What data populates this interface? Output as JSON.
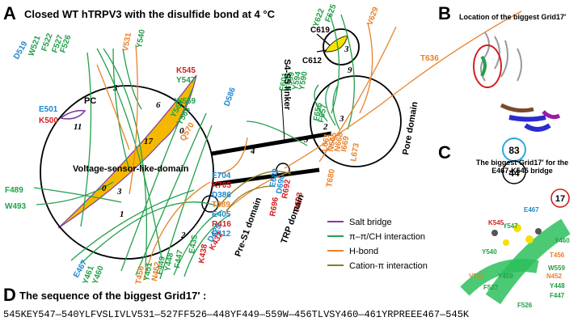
{
  "panels": {
    "a": {
      "letter": "A",
      "title": "Closed WT hTRPV3 with the disulfide bond at 4 °C",
      "domain_labels": {
        "vsld": "Voltage-sensor-like-domain",
        "s4s5": "S4-S5 linker",
        "pore": "Pore domain",
        "pre_s1": "Pre-S1 domain",
        "trp": "TRP domain",
        "pc": "PC"
      },
      "loop_numbers": [
        "11",
        "17",
        "0",
        "3",
        "6",
        "0",
        "3",
        "1",
        "2",
        "4",
        "9",
        "2",
        "3",
        "9",
        "3"
      ],
      "badges": {
        "blue": "83",
        "black": "44"
      },
      "legend": {
        "salt_bridge": "Salt bridge",
        "pi": "π–π/CH interaction",
        "hbond": "H-bond",
        "cation": "Cation-π interaction"
      },
      "colors": {
        "salt_bridge": "#7b3f9e",
        "pi": "#22a04a",
        "hbond": "#e8822a",
        "cation": "#8b7d1a",
        "acidic": "#1e88d0",
        "basic": "#d21f1f",
        "grid_fill": "#f5b800"
      }
    },
    "b": {
      "letter": "B",
      "title": "Location of the biggest Grid17′"
    },
    "c": {
      "letter": "C",
      "title": "The biggest Grid17′ for the E467-K545 bridge",
      "badge": "17",
      "labels": [
        "E467",
        "K545",
        "Y547",
        "Y540",
        "V531",
        "F527",
        "Y459",
        "Y460",
        "T456",
        "W559",
        "N452",
        "Y448",
        "F447",
        "F526"
      ]
    },
    "d": {
      "letter": "D",
      "title": "The sequence of the biggest Grid17′ :",
      "sequence_text": "545KEY547—540YLFVSLIVLV531—527FF526—448YF449—559W—456TLVSY460—461YRPREEE467—545K"
    }
  },
  "residues": [
    {
      "t": "E501",
      "c": "acidic"
    },
    {
      "t": "K500",
      "c": "basic"
    },
    {
      "t": "D519",
      "c": "acidic"
    },
    {
      "t": "W521",
      "c": "pi"
    },
    {
      "t": "F522",
      "c": "pi"
    },
    {
      "t": "F527",
      "c": "pi"
    },
    {
      "t": "F526",
      "c": "pi"
    },
    {
      "t": "V531",
      "c": "hbond"
    },
    {
      "t": "Y540",
      "c": "pi"
    },
    {
      "t": "K545",
      "c": "basic"
    },
    {
      "t": "Y547",
      "c": "pi"
    },
    {
      "t": "W559",
      "c": "pi"
    },
    {
      "t": "Y564",
      "c": "pi"
    },
    {
      "t": "Y565",
      "c": "pi"
    },
    {
      "t": "Q570",
      "c": "hbond"
    },
    {
      "t": "D586",
      "c": "acidic"
    },
    {
      "t": "C619",
      "c": "black"
    },
    {
      "t": "C612",
      "c": "black"
    },
    {
      "t": "Y622",
      "c": "pi"
    },
    {
      "t": "F625",
      "c": "pi"
    },
    {
      "t": "V629",
      "c": "hbond"
    },
    {
      "t": "T636",
      "c": "hbond"
    },
    {
      "t": "F601",
      "c": "pi"
    },
    {
      "t": "F599",
      "c": "pi"
    },
    {
      "t": "Y594",
      "c": "pi"
    },
    {
      "t": "Y590",
      "c": "pi"
    },
    {
      "t": "F656",
      "c": "pi"
    },
    {
      "t": "F657",
      "c": "pi"
    },
    {
      "t": "L661",
      "c": "hbond"
    },
    {
      "t": "N665",
      "c": "hbond"
    },
    {
      "t": "N668",
      "c": "hbond"
    },
    {
      "t": "I669",
      "c": "hbond"
    },
    {
      "t": "L673",
      "c": "hbond"
    },
    {
      "t": "T680",
      "c": "hbond"
    },
    {
      "t": "E689",
      "c": "acidic"
    },
    {
      "t": "D690",
      "c": "acidic"
    },
    {
      "t": "R692",
      "c": "basic"
    },
    {
      "t": "R693",
      "c": "basic"
    },
    {
      "t": "R696",
      "c": "basic"
    },
    {
      "t": "E704",
      "c": "acidic"
    },
    {
      "t": "K705",
      "c": "basic"
    },
    {
      "t": "D386",
      "c": "acidic"
    },
    {
      "t": "T389",
      "c": "hbond"
    },
    {
      "t": "E405",
      "c": "acidic"
    },
    {
      "t": "R416",
      "c": "basic"
    },
    {
      "t": "E412",
      "c": "acidic"
    },
    {
      "t": "D429",
      "c": "acidic"
    },
    {
      "t": "K432",
      "c": "basic"
    },
    {
      "t": "E435",
      "c": "pi"
    },
    {
      "t": "K438",
      "c": "basic"
    },
    {
      "t": "F447",
      "c": "pi"
    },
    {
      "t": "Y448",
      "c": "pi"
    },
    {
      "t": "F449",
      "c": "pi"
    },
    {
      "t": "N452",
      "c": "hbond"
    },
    {
      "t": "Y451",
      "c": "pi"
    },
    {
      "t": "T456",
      "c": "hbond"
    },
    {
      "t": "Y460",
      "c": "pi"
    },
    {
      "t": "Y461",
      "c": "pi"
    },
    {
      "t": "E467",
      "c": "acidic"
    },
    {
      "t": "F489",
      "c": "pi"
    },
    {
      "t": "W493",
      "c": "pi"
    }
  ]
}
